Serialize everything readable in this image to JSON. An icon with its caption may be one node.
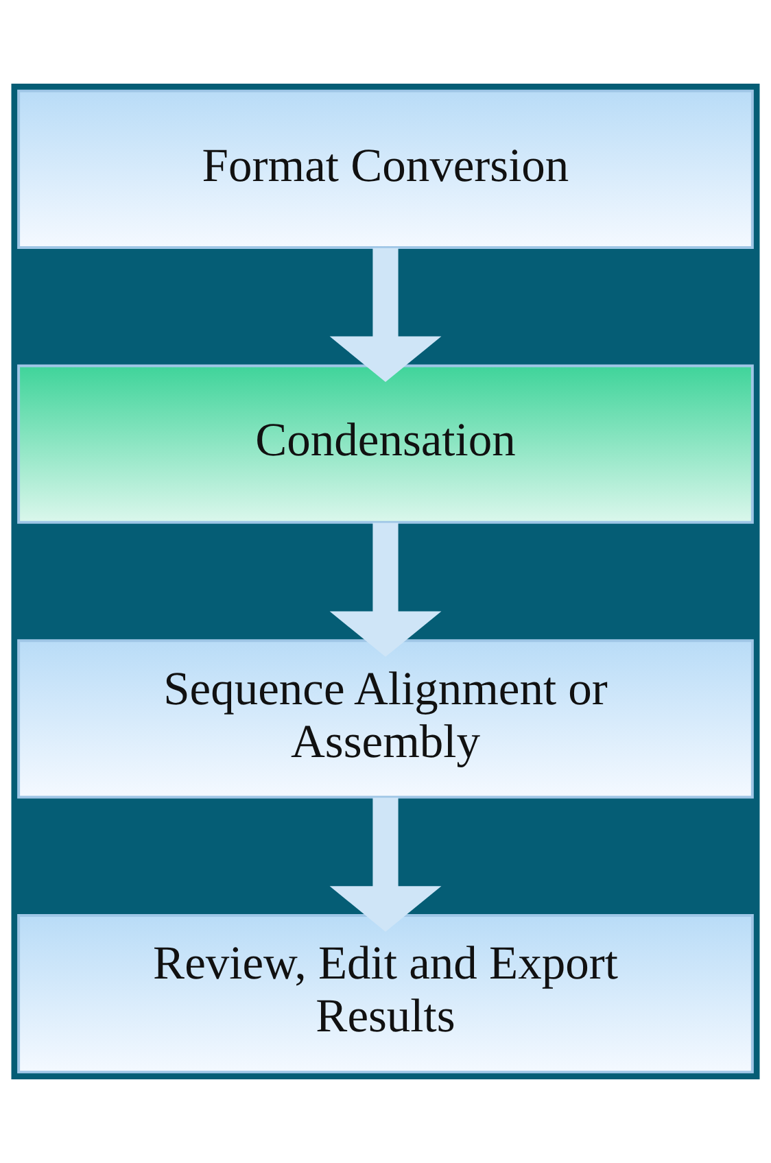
{
  "diagram": {
    "nodes": [
      {
        "text": [
          "Format Conversion"
        ]
      },
      {
        "text": [
          "Condensation"
        ]
      },
      {
        "text": [
          "Sequence Alignment or Assembly"
        ]
      },
      {
        "text": [
          "Review, Edit and Export Results"
        ]
      }
    ],
    "edges": [
      {
        "from": 0,
        "to": 1,
        "arrow": "to"
      },
      {
        "from": 1,
        "to": 2,
        "arrow": "to"
      },
      {
        "from": 2,
        "to": 3,
        "arrow": "to"
      }
    ]
  }
}
